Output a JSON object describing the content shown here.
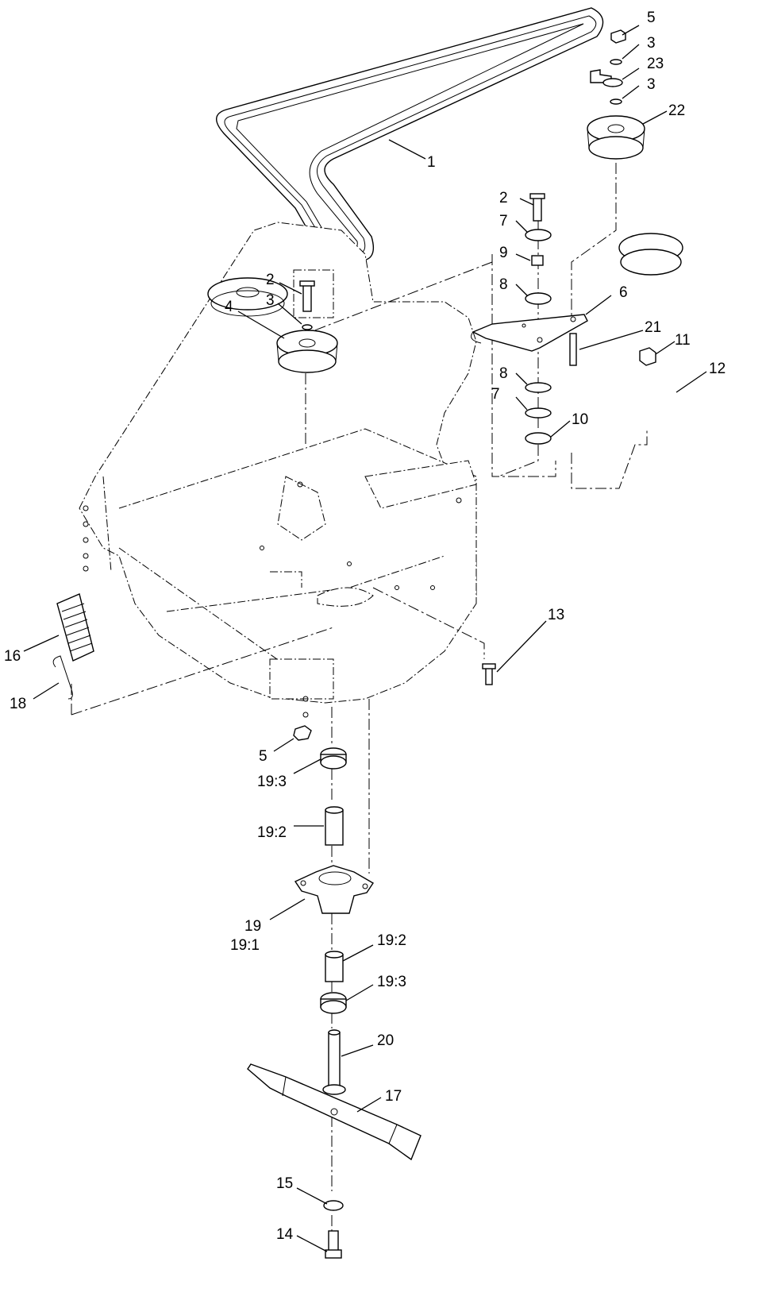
{
  "callouts": [
    {
      "id": "c1",
      "text": "1"
    },
    {
      "id": "c2a",
      "text": "2"
    },
    {
      "id": "c2b",
      "text": "2"
    },
    {
      "id": "c3a",
      "text": "3"
    },
    {
      "id": "c3b",
      "text": "3"
    },
    {
      "id": "c3c",
      "text": "3"
    },
    {
      "id": "c4",
      "text": "4"
    },
    {
      "id": "c5a",
      "text": "5"
    },
    {
      "id": "c5b",
      "text": "5"
    },
    {
      "id": "c6",
      "text": "6"
    },
    {
      "id": "c7a",
      "text": "7"
    },
    {
      "id": "c7b",
      "text": "7"
    },
    {
      "id": "c8a",
      "text": "8"
    },
    {
      "id": "c8b",
      "text": "8"
    },
    {
      "id": "c9",
      "text": "9"
    },
    {
      "id": "c10",
      "text": "10"
    },
    {
      "id": "c11",
      "text": "11"
    },
    {
      "id": "c12",
      "text": "12"
    },
    {
      "id": "c13",
      "text": "13"
    },
    {
      "id": "c14",
      "text": "14"
    },
    {
      "id": "c15",
      "text": "15"
    },
    {
      "id": "c16",
      "text": "16"
    },
    {
      "id": "c17",
      "text": "17"
    },
    {
      "id": "c18",
      "text": "18"
    },
    {
      "id": "c19",
      "text": "19"
    },
    {
      "id": "c19_1",
      "text": "19:1"
    },
    {
      "id": "c19_2a",
      "text": "19:2"
    },
    {
      "id": "c19_2b",
      "text": "19:2"
    },
    {
      "id": "c19_3a",
      "text": "19:3"
    },
    {
      "id": "c19_3b",
      "text": "19:3"
    },
    {
      "id": "c20",
      "text": "20"
    },
    {
      "id": "c21",
      "text": "21"
    },
    {
      "id": "c22",
      "text": "22"
    },
    {
      "id": "c23",
      "text": "23"
    }
  ]
}
